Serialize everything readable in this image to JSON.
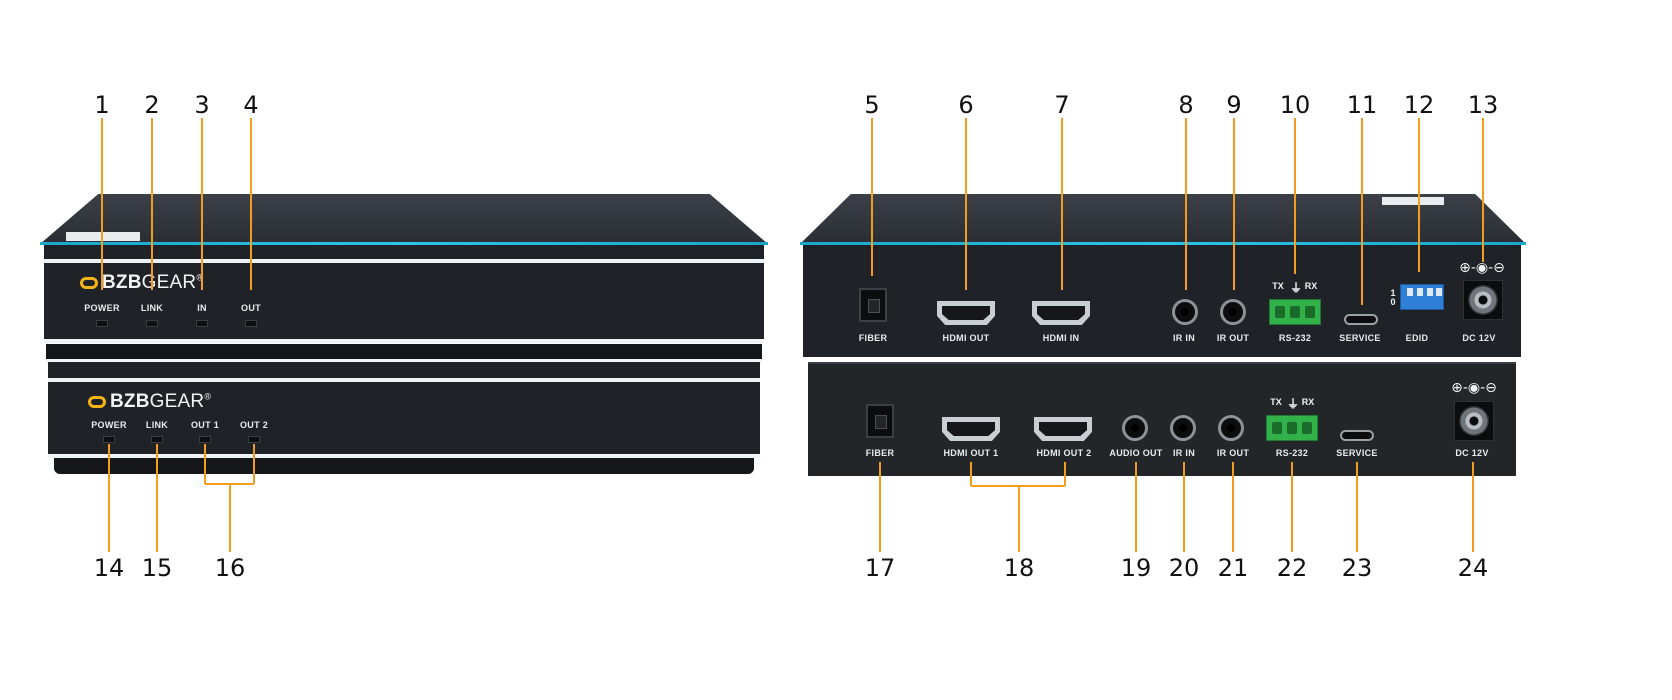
{
  "brand": {
    "bold": "BZB",
    "light": "GEAR",
    "mark": "®",
    "accent": "#f5b417"
  },
  "colors": {
    "leader": "#f39c1f",
    "chassis": "#1f2226",
    "edge": "#2cc4e8"
  },
  "icons": {
    "logo_mark": "bzbgear-logo-icon",
    "ground": "ground-symbol-icon",
    "polarity": "dc-polarity-icon"
  },
  "transmitter_front": {
    "labels": [
      "POWER",
      "LINK",
      "IN",
      "OUT"
    ],
    "callouts": [
      "1",
      "2",
      "3",
      "4"
    ]
  },
  "receiver_front": {
    "labels": [
      "POWER",
      "LINK",
      "OUT 1",
      "OUT 2"
    ],
    "callouts": [
      "14",
      "15",
      "16"
    ]
  },
  "transmitter_rear": {
    "labels": [
      "FIBER",
      "HDMI OUT",
      "HDMI IN",
      "IR IN",
      "IR OUT",
      "RS-232",
      "SERVICE",
      "EDID",
      "DC 12V"
    ],
    "callouts": [
      "5",
      "6",
      "7",
      "8",
      "9",
      "10",
      "11",
      "12",
      "13"
    ],
    "tx": "TX",
    "rx": "RX",
    "ground": "⏚",
    "dip_hi": "1",
    "dip_lo": "0",
    "polarity": "⊕-◉-⊖"
  },
  "receiver_rear": {
    "labels": [
      "FIBER",
      "HDMI OUT 1",
      "HDMI OUT 2",
      "AUDIO OUT",
      "IR IN",
      "IR OUT",
      "RS-232",
      "SERVICE",
      "DC 12V"
    ],
    "callouts": [
      "17",
      "18",
      "19",
      "20",
      "21",
      "22",
      "23",
      "24"
    ],
    "tx": "TX",
    "rx": "RX",
    "ground": "⏚",
    "polarity": "⊕-◉-⊖"
  }
}
